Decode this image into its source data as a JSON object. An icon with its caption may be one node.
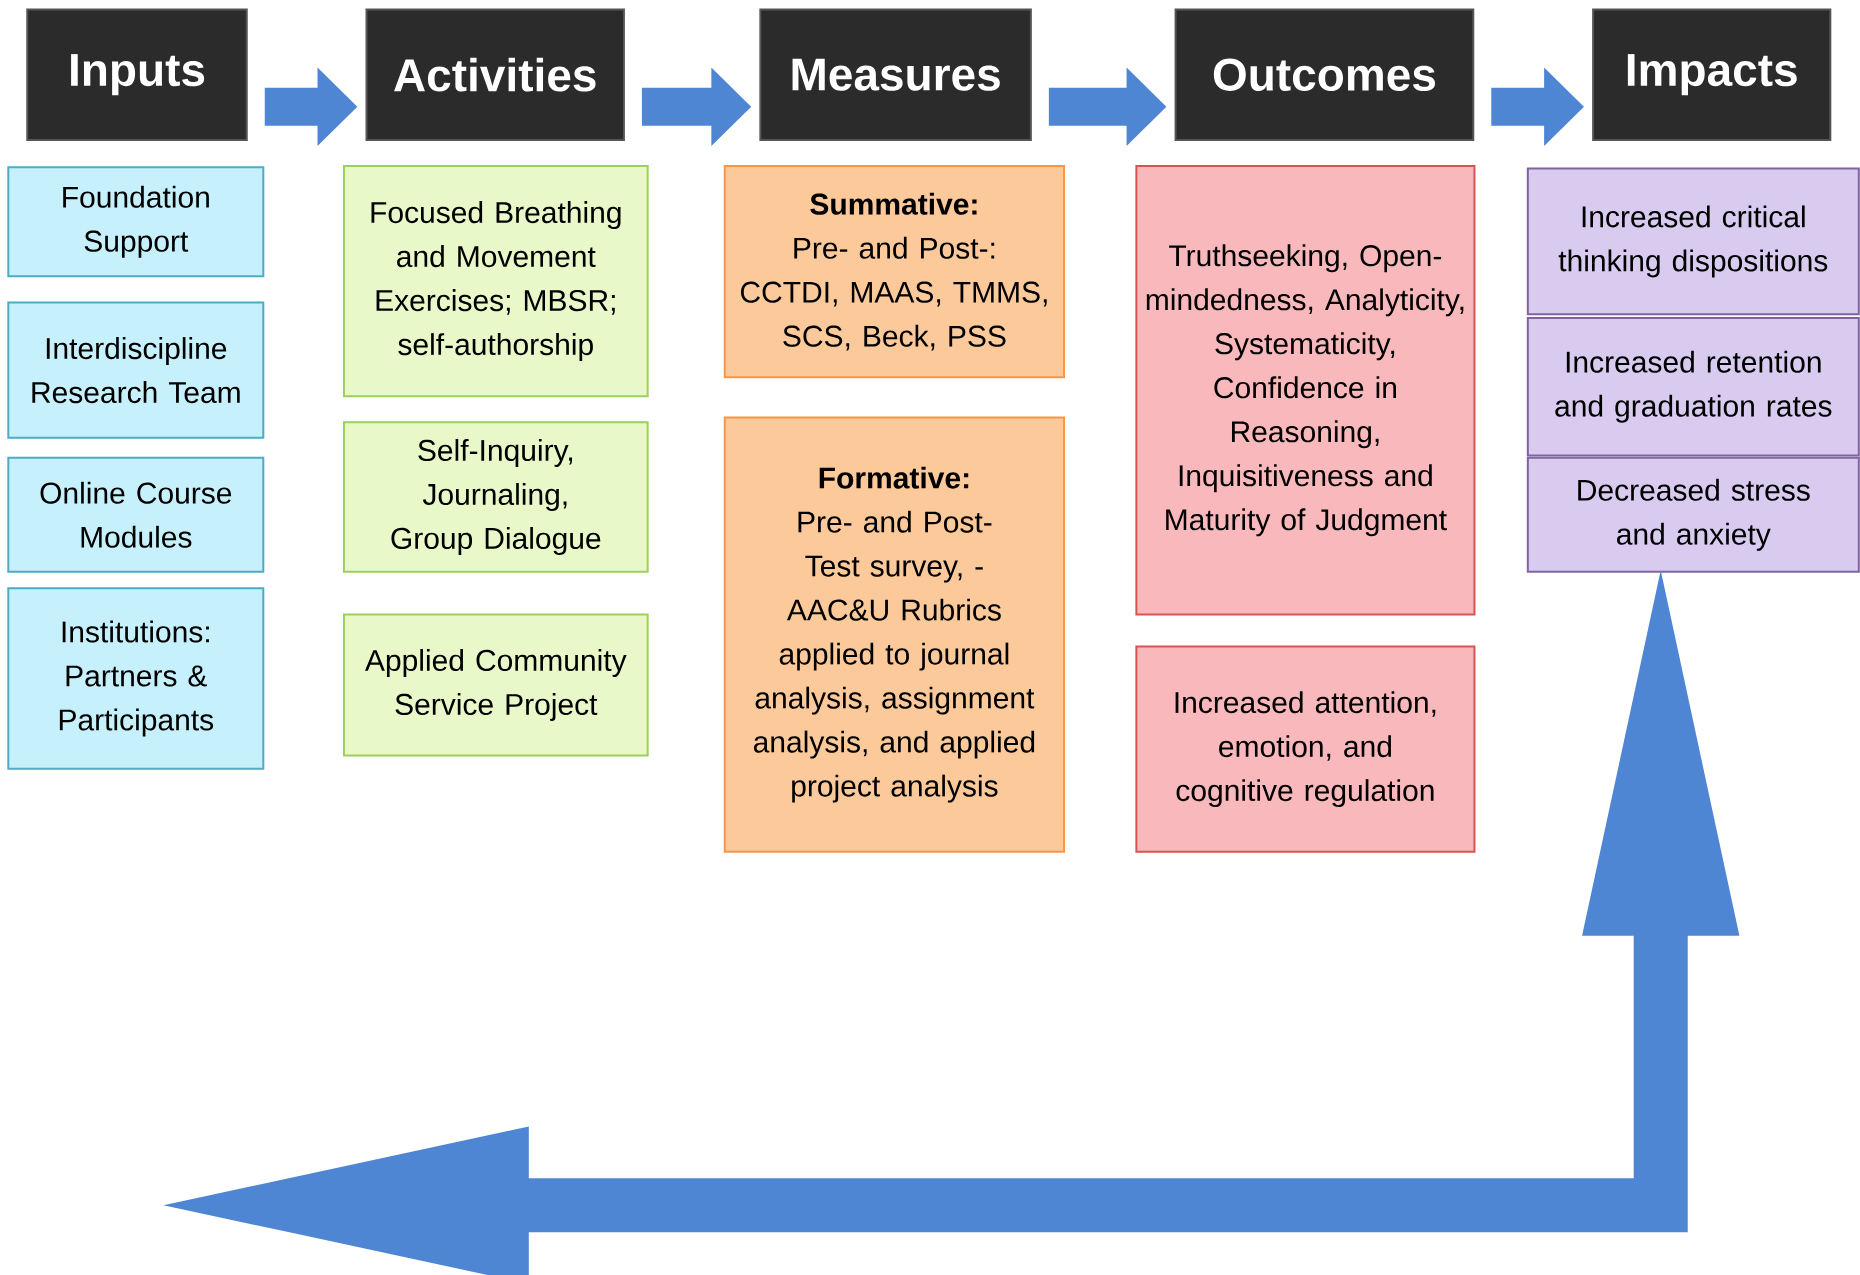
{
  "diagram": {
    "nodes": [
      {
        "text": [
          "Inputs"
        ]
      },
      {
        "text": [
          "Activities"
        ]
      },
      {
        "text": [
          "Measures"
        ]
      },
      {
        "text": [
          "Outcomes"
        ]
      },
      {
        "text": [
          "Impacts"
        ]
      },
      {
        "text": [
          "Foundation Support"
        ]
      },
      {
        "text": [
          "Interdiscipline Research Team"
        ]
      },
      {
        "text": [
          "Online Course Modules"
        ]
      },
      {
        "text": [
          "Institutions: Partners & Participants"
        ]
      },
      {
        "text": [
          "Focused Breathing and Movement Exercises; MBSR; self-authorship"
        ]
      },
      {
        "text": [
          "Self-Inquiry, Journaling, Group Dialogue"
        ]
      },
      {
        "text": [
          "Applied Community Service Project"
        ]
      },
      {
        "text": [
          "Summative:",
          "Pre- and Post-: CCTDI, MAAS, TMMS, SCS, Beck, PSS"
        ]
      },
      {
        "text": [
          "Formative:",
          "Pre- and Post- Test survey, -AAC&U Rubrics applied to journal analysis, assignment analysis, and applied project analysis"
        ]
      },
      {
        "text": [
          "Truthseeking, Open-mindedness, Analyticity, Systematicity, Confidence in Reasoning, Inquisitiveness and Maturity of Judgment"
        ]
      },
      {
        "text": [
          "Increased attention, emotion, and cognitive regulation"
        ]
      },
      {
        "text": [
          "Increased critical thinking dispositions"
        ]
      },
      {
        "text": [
          "Increased retention and graduation rates"
        ]
      },
      {
        "text": [
          "Decreased stress and anxiety"
        ]
      }
    ],
    "edges": [
      {
        "from": 0,
        "to": 1,
        "arrow": "to"
      },
      {
        "from": 1,
        "to": 2,
        "arrow": "to"
      },
      {
        "from": 2,
        "to": 3,
        "arrow": "to"
      },
      {
        "from": 3,
        "to": 4,
        "arrow": "to"
      },
      {
        "from": null,
        "to": 18,
        "arrow": "both"
      }
    ]
  }
}
